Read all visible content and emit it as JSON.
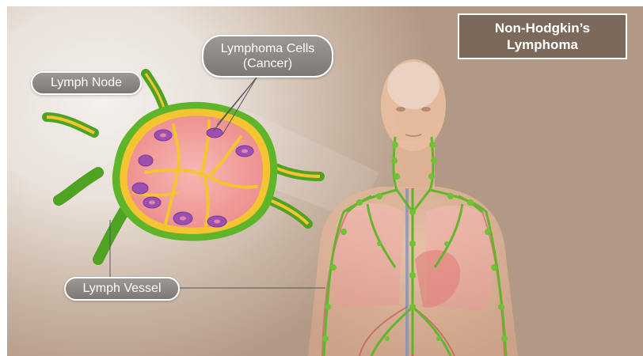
{
  "title": {
    "line1": "Non-Hodgkin’s",
    "line2": "Lymphoma"
  },
  "labels": {
    "lymph_node": "Lymph Node",
    "lymphoma_cells_line1": "Lymphoma Cells",
    "lymphoma_cells_line2": "(Cancer)",
    "lymph_vessel": "Lymph Vessel"
  },
  "colors": {
    "lymph_green": "#5fb52a",
    "node_pink": "#f29a9a",
    "cell_purple": "#9b4fb2",
    "channel_yellow": "#f5c431",
    "title_box": "#7b6a5b"
  }
}
